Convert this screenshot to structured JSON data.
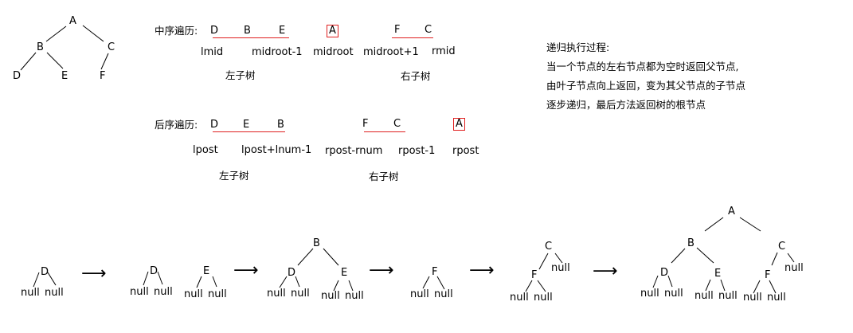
{
  "top_tree": {
    "nodes": {
      "A": "A",
      "B": "B",
      "C": "C",
      "D": "D",
      "E": "E",
      "F": "F"
    }
  },
  "inorder": {
    "label": "中序遍历:",
    "left_items": [
      "D",
      "B",
      "E"
    ],
    "root": "A",
    "right_items": [
      "F",
      "C"
    ],
    "indices": [
      "lmid",
      "midroot-1",
      "midroot",
      "midroot+1",
      "rmid"
    ],
    "left_subtree": "左子树",
    "right_subtree": "右子树"
  },
  "postorder": {
    "label": "后序遍历:",
    "left_items": [
      "D",
      "E",
      "B"
    ],
    "right_items": [
      "F",
      "C"
    ],
    "root": "A",
    "indices": [
      "lpost",
      "lpost+lnum-1",
      "rpost-rnum",
      "rpost-1",
      "rpost"
    ],
    "left_subtree": "左子树",
    "right_subtree": "右子树"
  },
  "notes": {
    "title": "递归执行过程:",
    "lines": [
      "当一个节点的左右节点都为空时返回父节点,",
      "由叶子节点向上返回，变为其父节点的子节点",
      "逐步递归，最后方法返回树的根节点"
    ]
  },
  "steps": {
    "null_label": "null",
    "arrow": "⟶",
    "step1": {
      "root": "D"
    },
    "step2": {
      "trees": [
        "D",
        "E"
      ]
    },
    "step3": {
      "root": "B",
      "left": "D",
      "right": "E"
    },
    "step4": {
      "root": "F"
    },
    "step5": {
      "root": "C",
      "left": "F"
    },
    "step6": {
      "root": "A",
      "left": "B",
      "right": "C",
      "ll": "D",
      "lr": "E",
      "rl": "F"
    }
  },
  "colors": {
    "highlight": "#e02020",
    "text": "#000000"
  }
}
